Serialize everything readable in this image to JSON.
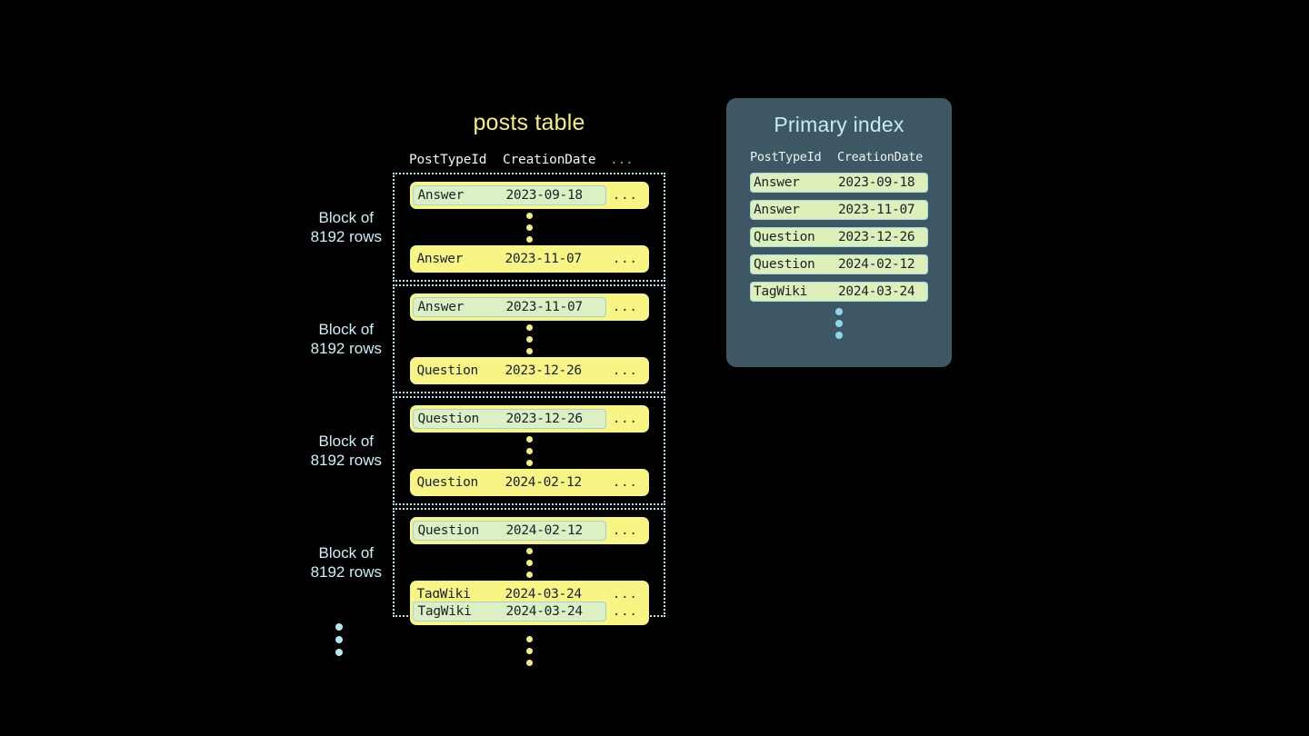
{
  "posts_table": {
    "title": "posts table",
    "columns": {
      "post_type_id": "PostTypeId",
      "creation_date": "CreationDate",
      "more": "..."
    },
    "row_more": "...",
    "block_label": "Block of\n8192 rows",
    "block_label_line1": "Block of",
    "block_label_line2": "8192 rows",
    "blocks": [
      {
        "label_line1": "Block of",
        "label_line2": "8192 rows",
        "first_row": {
          "post_type_id": "Answer",
          "creation_date": "2023-09-18",
          "more": "...",
          "highlighted": true
        },
        "last_row": {
          "post_type_id": "Answer",
          "creation_date": "2023-11-07",
          "more": "...",
          "highlighted": false
        }
      },
      {
        "label_line1": "Block of",
        "label_line2": "8192 rows",
        "first_row": {
          "post_type_id": "Answer",
          "creation_date": "2023-11-07",
          "more": "...",
          "highlighted": true
        },
        "last_row": {
          "post_type_id": "Question",
          "creation_date": "2023-12-26",
          "more": "...",
          "highlighted": false
        }
      },
      {
        "label_line1": "Block of",
        "label_line2": "8192 rows",
        "first_row": {
          "post_type_id": "Question",
          "creation_date": "2023-12-26",
          "more": "...",
          "highlighted": true
        },
        "last_row": {
          "post_type_id": "Question",
          "creation_date": "2024-02-12",
          "more": "...",
          "highlighted": false
        }
      },
      {
        "label_line1": "Block of",
        "label_line2": "8192 rows",
        "first_row": {
          "post_type_id": "Question",
          "creation_date": "2024-02-12",
          "more": "...",
          "highlighted": true
        },
        "last_row": {
          "post_type_id": "TagWiki",
          "creation_date": "2024-03-24",
          "more": "...",
          "highlighted": false
        }
      }
    ],
    "trailing_row": {
      "post_type_id": "TagWiki",
      "creation_date": "2024-03-24",
      "more": "...",
      "highlighted": true
    }
  },
  "primary_index": {
    "title": "Primary index",
    "columns": {
      "post_type_id": "PostTypeId",
      "creation_date": "CreationDate"
    },
    "rows": [
      {
        "post_type_id": "Answer",
        "creation_date": "2023-09-18"
      },
      {
        "post_type_id": "Answer",
        "creation_date": "2023-11-07"
      },
      {
        "post_type_id": "Question",
        "creation_date": "2023-12-26"
      },
      {
        "post_type_id": "Question",
        "creation_date": "2024-02-12"
      },
      {
        "post_type_id": "TagWiki",
        "creation_date": "2024-03-24"
      }
    ]
  },
  "colors": {
    "background": "#000000",
    "posts_title": "#f5f07a",
    "row_yellow": "#f8f585",
    "row_highlight_green": "#ddf0c4",
    "highlight_border_blue": "#9dd3e0",
    "block_border_blue": "#b9e7f2",
    "block_label_blue": "#cfeff7",
    "index_panel_bg": "#3e5764",
    "index_title_blue": "#c7e9f5",
    "index_row_green": "#ddf0b9",
    "dot_yellow": "#f4ef7e",
    "dot_blue": "#b6e6f5",
    "mono_text_dark": "#16222b"
  }
}
